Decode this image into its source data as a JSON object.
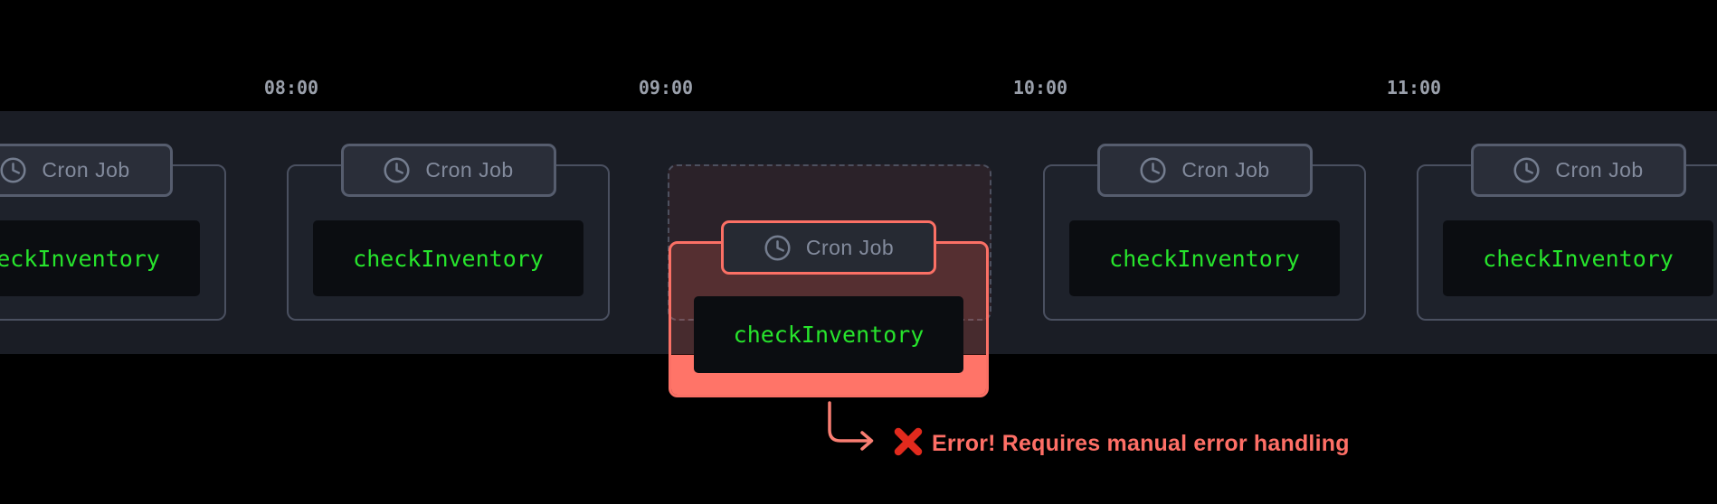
{
  "timeline": {
    "tick_labels": [
      "08:00",
      "09:00",
      "10:00",
      "11:00"
    ]
  },
  "cards": [
    {
      "badge": "Cron Job",
      "code": "checkInventory",
      "status": "success"
    },
    {
      "badge": "Cron Job",
      "code": "checkInventory",
      "status": "success"
    },
    {
      "badge": "Cron Job",
      "code": "checkInventory",
      "status": "error"
    },
    {
      "badge": "Cron Job",
      "code": "checkInventory",
      "status": "success"
    },
    {
      "badge": "Cron Job",
      "code": "checkInventory",
      "status": "success"
    }
  ],
  "error_annotation": {
    "icon": "cross-mark-icon",
    "message": "Error! Requires manual error handling"
  },
  "icons": {
    "badge_icon": "clock-icon",
    "pointer": "elbow-arrow-icon"
  },
  "colors": {
    "background": "#000000",
    "lane": "#1a1d25",
    "card_background": "#1e222b",
    "card_border": "#4a5060",
    "badge_background": "#2a2e39",
    "badge_border": "#565d6e",
    "badge_text": "#838b9d",
    "code_background": "#0b0d11",
    "code_text_green": "#27e42c",
    "tick_text": "#9aa0ab",
    "error_accent": "#fb7065",
    "error_fill_solid": "#ff7468",
    "error_message_text": "#ff6f66",
    "cross_red": "#e12a1d"
  }
}
